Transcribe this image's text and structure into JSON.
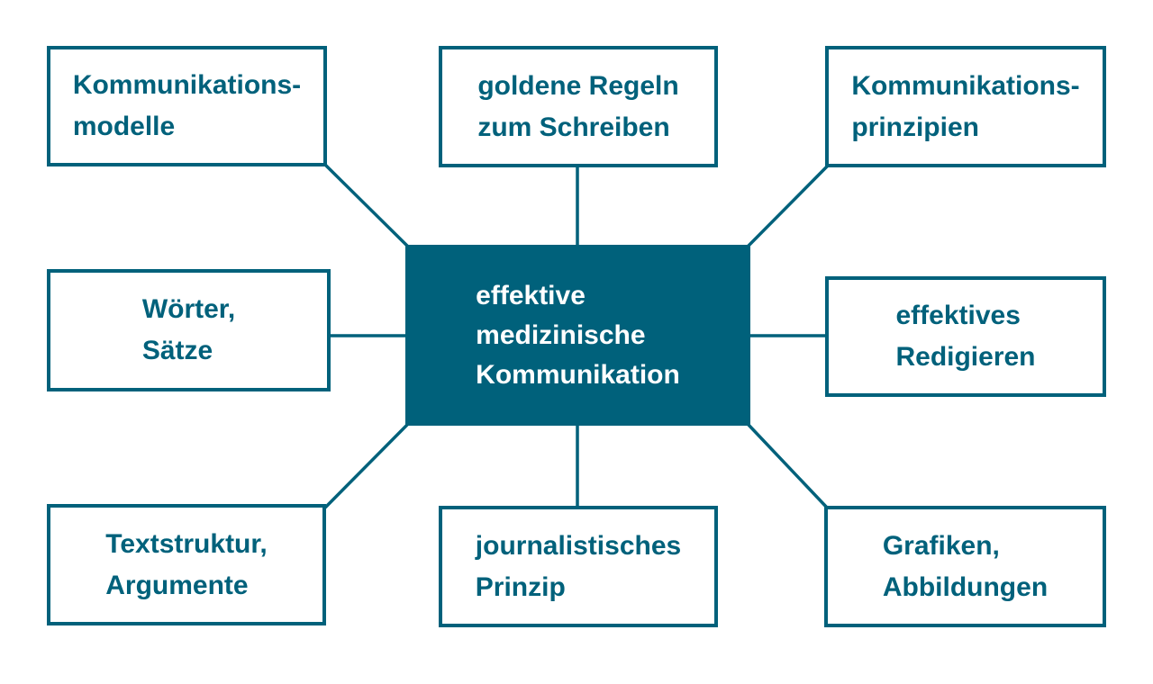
{
  "diagram": {
    "accent_color": "#00617B",
    "background_color": "#ffffff",
    "center": {
      "lines": [
        "effektive",
        "medizinische",
        "Kommunikation"
      ]
    },
    "nodes": [
      {
        "id": "top-left",
        "lines": [
          "Kommunikations-",
          "modelle"
        ]
      },
      {
        "id": "top-center",
        "lines": [
          "goldene Regeln",
          "zum Schreiben"
        ]
      },
      {
        "id": "top-right",
        "lines": [
          "Kommunikations-",
          "prinzipien"
        ]
      },
      {
        "id": "middle-left",
        "lines": [
          "Wörter,",
          "Sätze"
        ]
      },
      {
        "id": "middle-right",
        "lines": [
          "effektives",
          "Redigieren"
        ]
      },
      {
        "id": "bottom-left",
        "lines": [
          "Textstruktur,",
          "Argumente"
        ]
      },
      {
        "id": "bottom-center",
        "lines": [
          "journalistisches",
          "Prinzip"
        ]
      },
      {
        "id": "bottom-right",
        "lines": [
          "Grafiken,",
          "Abbildungen"
        ]
      }
    ]
  }
}
